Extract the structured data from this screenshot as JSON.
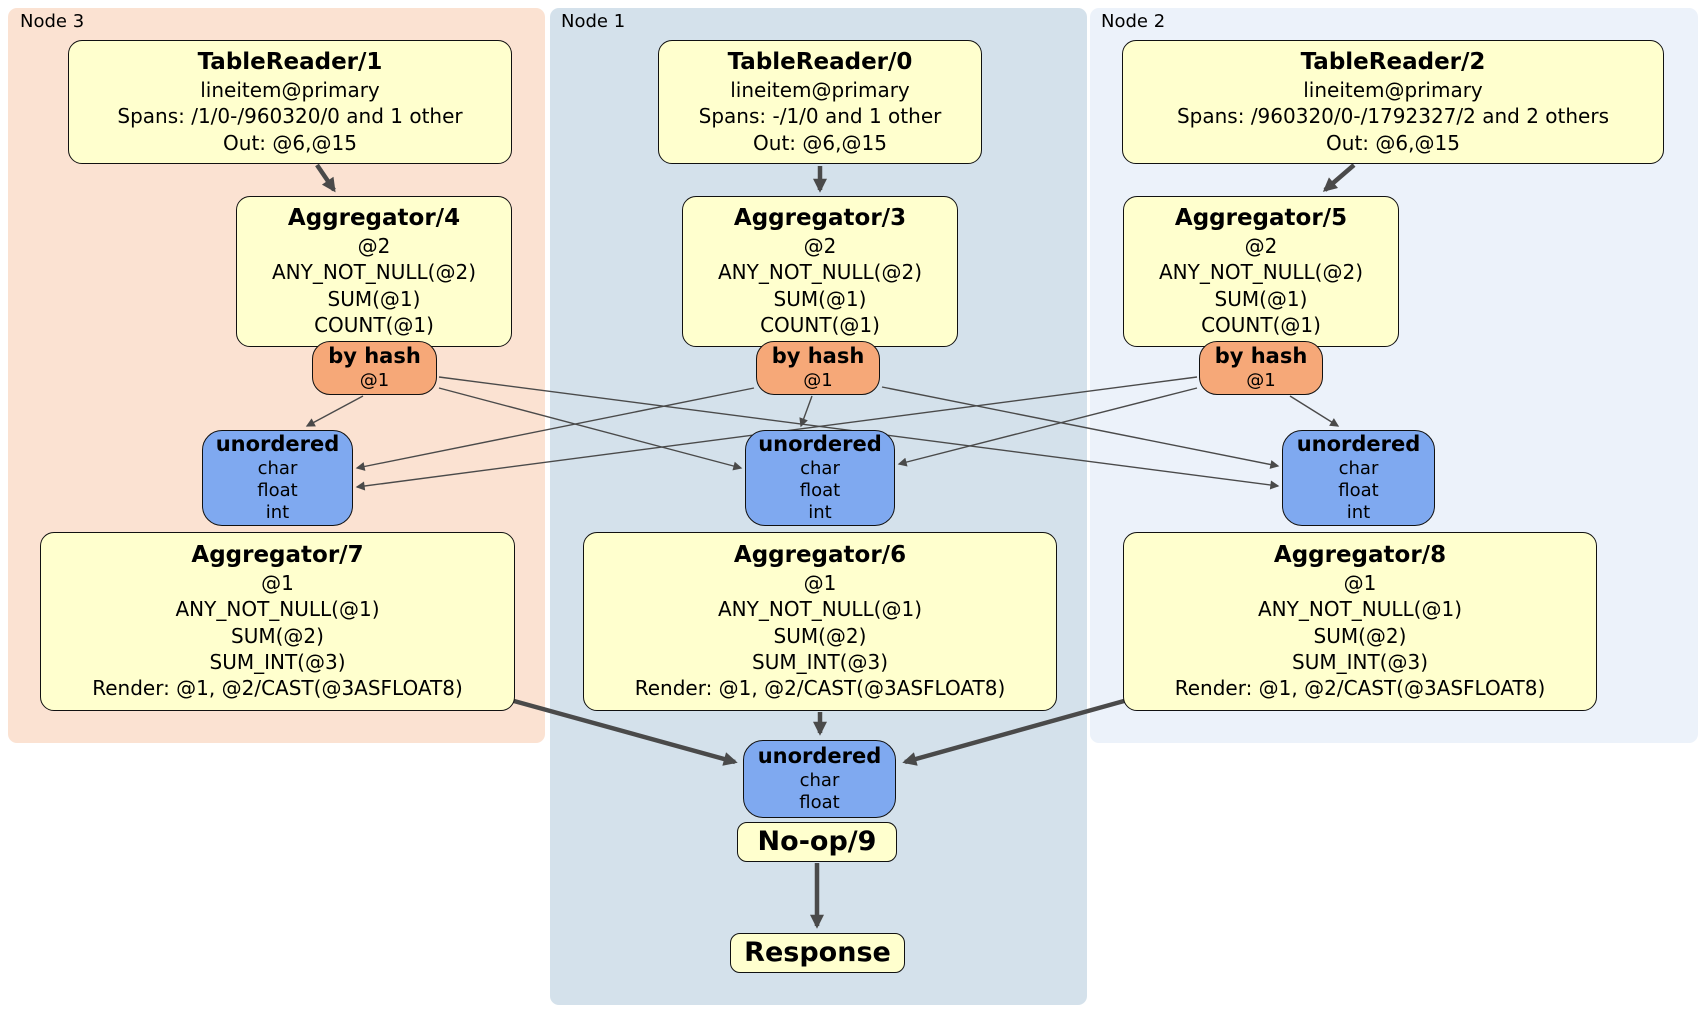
{
  "colors": {
    "panel_node3_bg": "#FBE2D2",
    "panel_node1_bg": "#D4E1EB",
    "panel_node2_bg": "#ECF2FA",
    "processor_box_bg": "#FFFFCE",
    "hash_router_bg": "#F6A878",
    "sync_box_bg": "#7FA9F0",
    "edge_color": "#4A4A4A"
  },
  "panels": {
    "node3": {
      "label": "Node 3"
    },
    "node1": {
      "label": "Node 1"
    },
    "node2": {
      "label": "Node 2"
    }
  },
  "boxes": {
    "tablereader1": {
      "title": "TableReader/1",
      "lines": [
        "lineitem@primary",
        "Spans: /1/0-/960320/0 and 1 other",
        "Out: @6,@15"
      ]
    },
    "tablereader0": {
      "title": "TableReader/0",
      "lines": [
        "lineitem@primary",
        "Spans: -/1/0 and 1 other",
        "Out: @6,@15"
      ]
    },
    "tablereader2": {
      "title": "TableReader/2",
      "lines": [
        "lineitem@primary",
        "Spans: /960320/0-/1792327/2 and 2 others",
        "Out: @6,@15"
      ]
    },
    "aggregator4": {
      "title": "Aggregator/4",
      "lines": [
        "@2",
        "ANY_NOT_NULL(@2)",
        "SUM(@1)",
        "COUNT(@1)"
      ]
    },
    "aggregator3": {
      "title": "Aggregator/3",
      "lines": [
        "@2",
        "ANY_NOT_NULL(@2)",
        "SUM(@1)",
        "COUNT(@1)"
      ]
    },
    "aggregator5": {
      "title": "Aggregator/5",
      "lines": [
        "@2",
        "ANY_NOT_NULL(@2)",
        "SUM(@1)",
        "COUNT(@1)"
      ]
    },
    "hash_node3": {
      "title": "by hash",
      "lines": [
        "@1"
      ]
    },
    "hash_node1": {
      "title": "by hash",
      "lines": [
        "@1"
      ]
    },
    "hash_node2": {
      "title": "by hash",
      "lines": [
        "@1"
      ]
    },
    "unordered_node3": {
      "title": "unordered",
      "lines": [
        "char",
        "float",
        "int"
      ]
    },
    "unordered_node1": {
      "title": "unordered",
      "lines": [
        "char",
        "float",
        "int"
      ]
    },
    "unordered_node2": {
      "title": "unordered",
      "lines": [
        "char",
        "float",
        "int"
      ]
    },
    "aggregator7": {
      "title": "Aggregator/7",
      "lines": [
        "@1",
        "ANY_NOT_NULL(@1)",
        "SUM(@2)",
        "SUM_INT(@3)",
        "Render: @1, @2/CAST(@3ASFLOAT8)"
      ]
    },
    "aggregator6": {
      "title": "Aggregator/6",
      "lines": [
        "@1",
        "ANY_NOT_NULL(@1)",
        "SUM(@2)",
        "SUM_INT(@3)",
        "Render: @1, @2/CAST(@3ASFLOAT8)"
      ]
    },
    "aggregator8": {
      "title": "Aggregator/8",
      "lines": [
        "@1",
        "ANY_NOT_NULL(@1)",
        "SUM(@2)",
        "SUM_INT(@3)",
        "Render: @1, @2/CAST(@3ASFLOAT8)"
      ]
    },
    "unordered_final": {
      "title": "unordered",
      "lines": [
        "char",
        "float"
      ]
    },
    "noop": {
      "title": "No-op/9"
    },
    "response": {
      "title": "Response"
    }
  }
}
